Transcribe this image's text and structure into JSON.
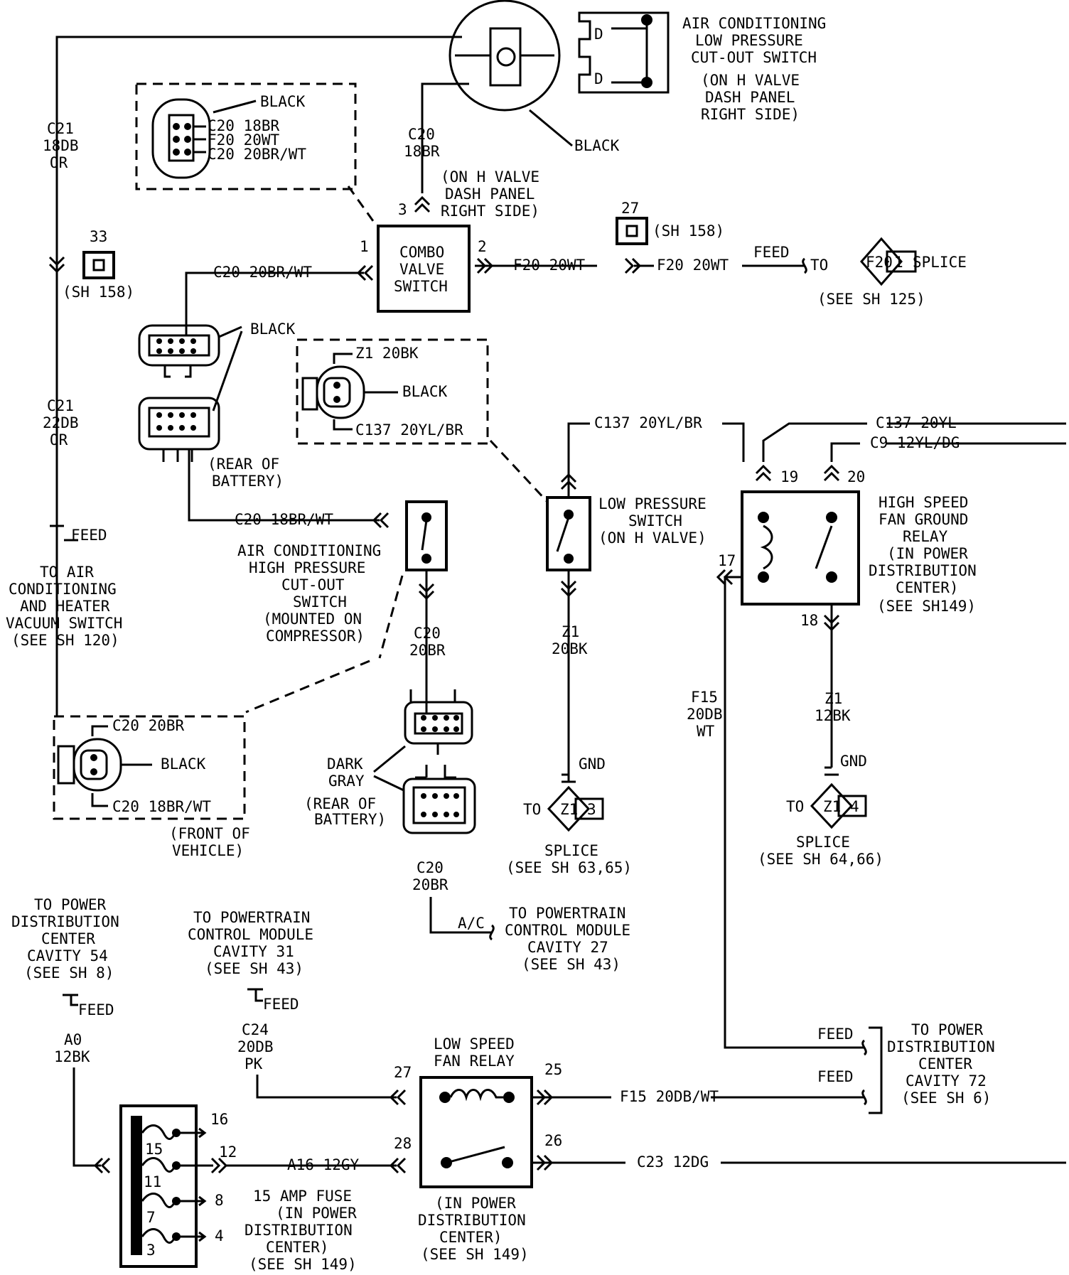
{
  "lp_switch": {
    "title": [
      "AIR CONDITIONING",
      "LOW PRESSURE",
      "CUT-OUT SWITCH"
    ],
    "loc": [
      "(ON H VALVE",
      "DASH PANEL",
      "RIGHT SIDE)"
    ],
    "color": "BLACK"
  },
  "left_wire": {
    "top": [
      "C21",
      "18DB",
      "OR"
    ],
    "mid": [
      "C21",
      "22DB",
      "OR"
    ],
    "feed": "FEED"
  },
  "conn33": {
    "num": "33",
    "sh": "(SH 158)"
  },
  "conn_top": {
    "color": "BLACK",
    "pins": [
      "C20 18BR",
      "F20 20WT",
      "C20 20BR/WT"
    ]
  },
  "c20_top": [
    "C20",
    "18BR"
  ],
  "combo": {
    "label": [
      "COMBO",
      "VALVE",
      "SWITCH"
    ],
    "pin1": "1",
    "pin2": "2",
    "pin3": "3",
    "loc": [
      "(ON H VALVE",
      "DASH PANEL",
      "RIGHT SIDE)"
    ]
  },
  "conn27": {
    "num": "27",
    "sh": "(SH 158)"
  },
  "f20": {
    "w1": "F20 20WT",
    "w2": "F20 20WT",
    "feed": "FEED",
    "to": "TO",
    "splice": "F20",
    "pin": "1",
    "splice_label": "SPLICE",
    "see": "(SEE SH 125)"
  },
  "c20_bwt": "C20 20BR/WT",
  "battery_conn": {
    "color": "BLACK",
    "loc": [
      "(REAR OF",
      "BATTERY)"
    ]
  },
  "hp_conn": {
    "z1": "Z1 20BK",
    "color": "BLACK",
    "c137": "C137 20YL/BR"
  },
  "c20_18brwt": "C20 18BR/WT",
  "hp_switch": {
    "label": [
      "AIR CONDITIONING",
      "HIGH PRESSURE",
      "CUT-OUT",
      "SWITCH",
      "(MOUNTED ON",
      "COMPRESSOR)"
    ]
  },
  "feed_left": {
    "feed": "FEED",
    "to": [
      "TO AIR",
      "CONDITIONING",
      "AND HEATER",
      "VACUUM SWITCH",
      "(SEE SH 120)"
    ]
  },
  "front_conn": {
    "c1": "C20 20BR",
    "color": "BLACK",
    "c2": "C20 18BR/WT",
    "loc": [
      "(FRONT OF",
      "VEHICLE)"
    ]
  },
  "c20_mid": [
    "C20",
    "20BR"
  ],
  "dark_gray": {
    "label": [
      "DARK",
      "GRAY"
    ],
    "loc": [
      "(REAR OF",
      "BATTERY)"
    ]
  },
  "c20_bot": [
    "C20",
    "20BR"
  ],
  "ac_pcm": {
    "ac": "A/C",
    "to": [
      "TO POWERTRAIN",
      "CONTROL MODULE",
      "CAVITY 27",
      "(SEE SH 43)"
    ]
  },
  "lp_switch2": {
    "c137": "C137 20YL/BR",
    "label": [
      "LOW PRESSURE",
      "SWITCH",
      "(ON H VALVE)"
    ],
    "z1": [
      "Z1",
      "20BK"
    ],
    "gnd": "GND",
    "to": "TO",
    "splice": "Z1",
    "pin": "3",
    "splice_label": "SPLICE",
    "see": "(SEE SH 63,65)"
  },
  "hs_relay": {
    "c137": "C137 20YL",
    "c9": "C9 12YL/DG",
    "p19": "19",
    "p20": "20",
    "p17": "17",
    "p18": "18",
    "label": [
      "HIGH SPEED",
      "FAN GROUND",
      "RELAY",
      "(IN POWER",
      "DISTRIBUTION",
      "CENTER)",
      "(SEE SH149)"
    ],
    "f15": [
      "F15",
      "20DB",
      "WT"
    ],
    "z1": [
      "Z1",
      "12BK"
    ],
    "gnd": "GND",
    "to": "TO",
    "splice": "Z1",
    "pin": "4",
    "splice_label": "SPLICE",
    "see": "(SEE SH 64,66)"
  },
  "pdc54": {
    "to": [
      "TO POWER",
      "DISTRIBUTION",
      "CENTER",
      "CAVITY 54",
      "(SEE SH 8)"
    ],
    "feed": "FEED",
    "wire": [
      "A0",
      "12BK"
    ]
  },
  "pcm31": {
    "to": [
      "TO POWERTRAIN",
      "CONTROL MODULE",
      "CAVITY 31",
      "(SEE SH 43)"
    ],
    "feed": "FEED",
    "wire": [
      "C24",
      "20DB",
      "PK"
    ]
  },
  "ls_relay": {
    "label": [
      "LOW SPEED",
      "FAN RELAY"
    ],
    "p27": "27",
    "p25": "25",
    "p28": "28",
    "p26": "26",
    "loc": [
      "(IN POWER",
      "DISTRIBUTION",
      "CENTER)",
      "(SEE SH 149)"
    ]
  },
  "f15_wire": "F15 20DB/WT",
  "pdc72": {
    "feed1": "FEED",
    "feed2": "FEED",
    "to": [
      "TO POWER",
      "DISTRIBUTION",
      "CENTER",
      "CAVITY 72",
      "(SEE SH 6)"
    ]
  },
  "fuse": {
    "n16": "16",
    "n15": "15",
    "n12": "12",
    "n11": "11",
    "n8": "8",
    "n7": "7",
    "n4": "4",
    "n3": "3",
    "label": [
      "15 AMP FUSE",
      "(IN POWER",
      "DISTRIBUTION",
      "CENTER)",
      "(SEE SH 149)"
    ]
  },
  "a16": "A16 12GY",
  "c23": "C23 12DG"
}
